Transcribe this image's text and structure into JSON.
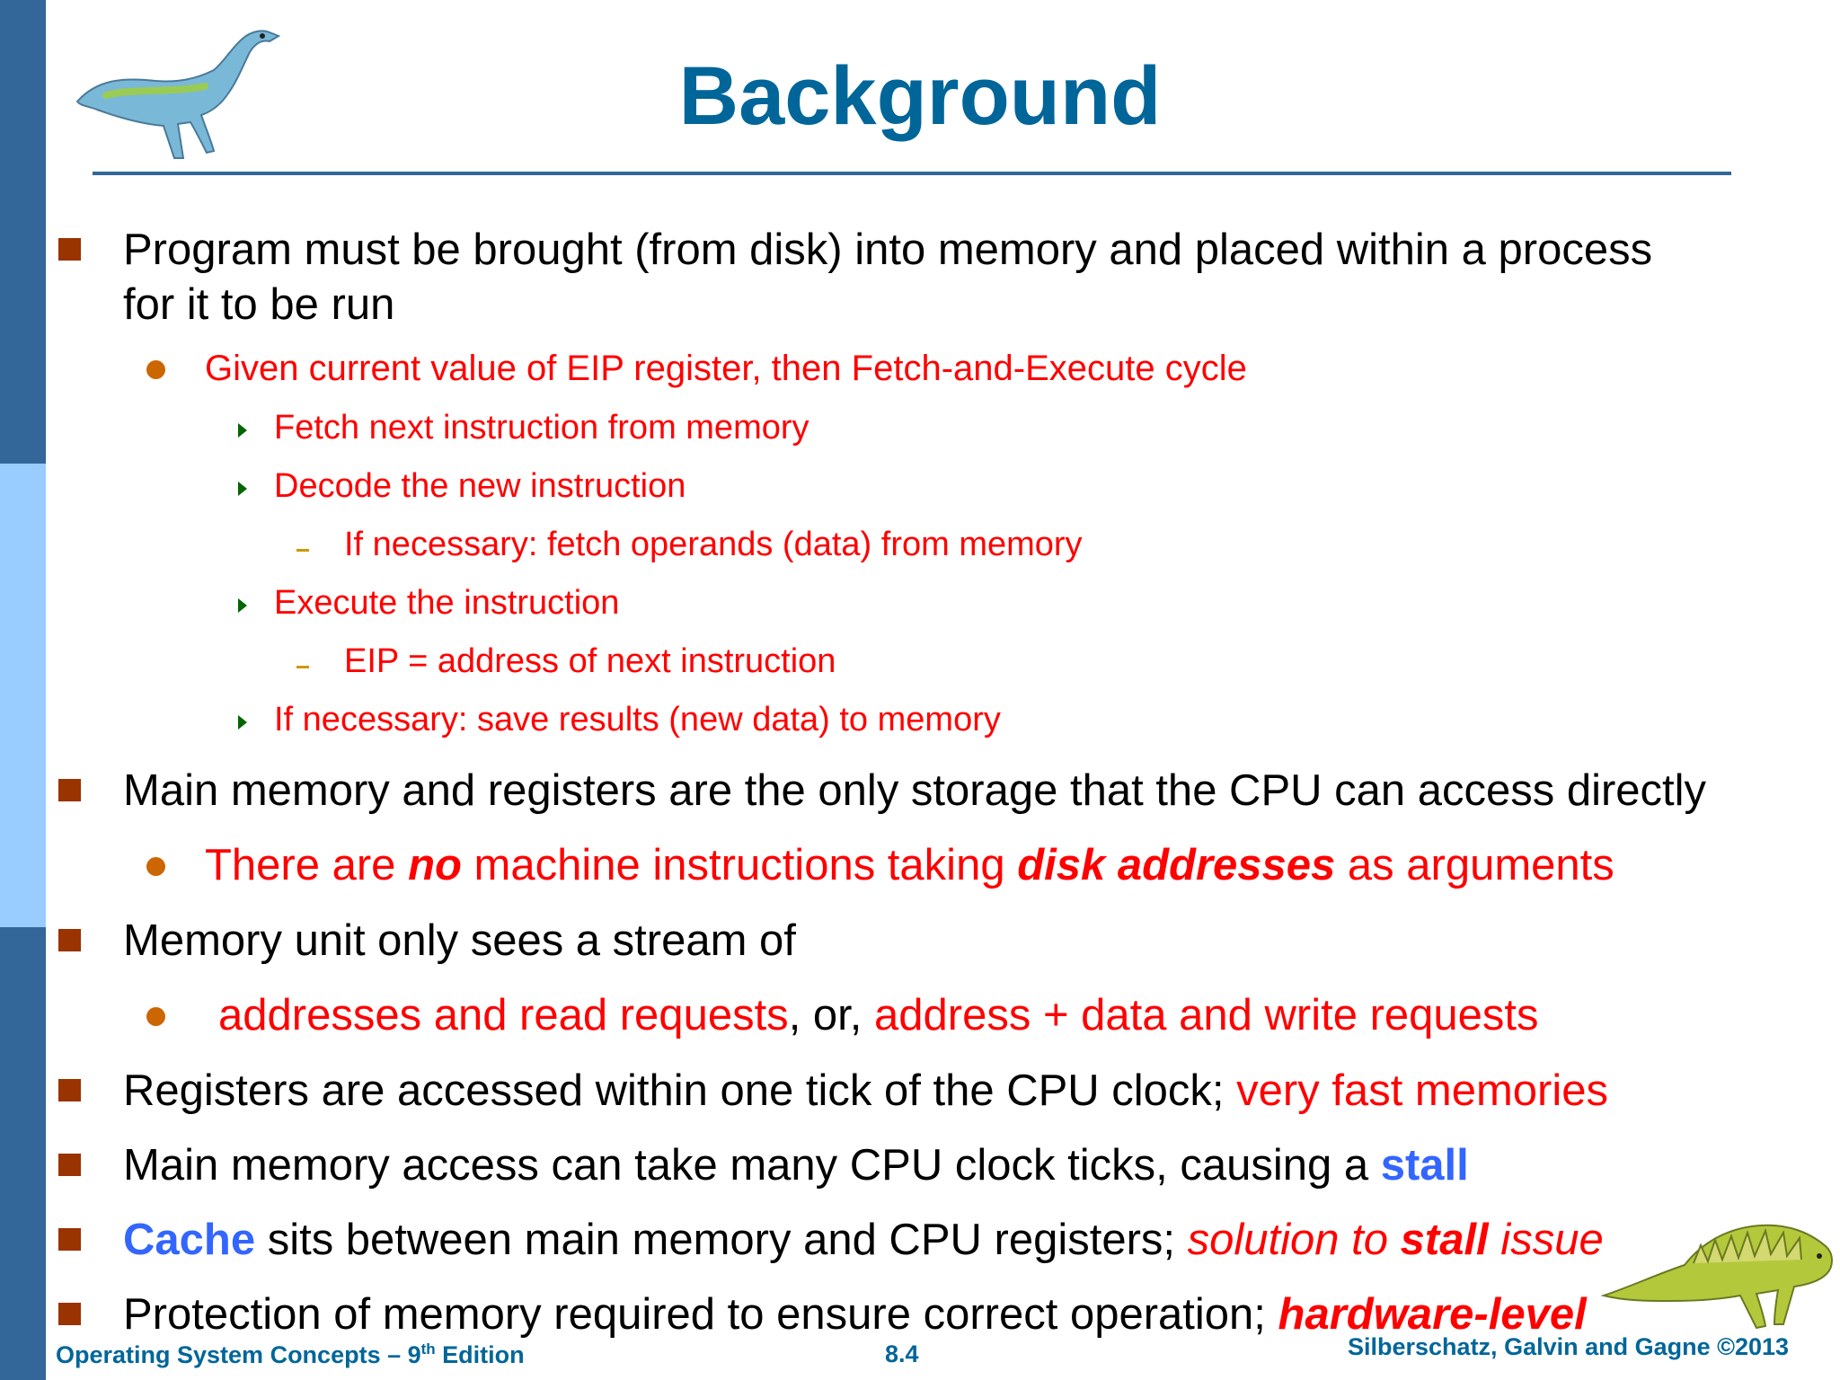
{
  "slide": {
    "title": "Background",
    "bullets": {
      "b1_line1": "Program must be brought (from disk)  into memory and placed within a process",
      "b1_line2": "for it to be run",
      "b1_s1": "Given current value of EIP register, then Fetch-and-Execute cycle",
      "b1_s1_a": "Fetch next instruction from memory",
      "b1_s1_b": "Decode the new instruction",
      "b1_s1_b_1": "If necessary: fetch operands (data) from memory",
      "b1_s1_c": "Execute the instruction",
      "b1_s1_c_1": "EIP = address of next instruction",
      "b1_s1_d": "If necessary: save results (new data) to memory",
      "b2": "Main memory and registers are the only storage that the CPU can access directly",
      "b2_s1": {
        "p1": "There are ",
        "p2": "no",
        "p3": " machine instructions taking ",
        "p4": "disk addresses",
        "p5": " as arguments"
      },
      "b3": "Memory unit only sees a stream of",
      "b3_s1": {
        "p1": "addresses and read requests",
        "p2": ", or,  ",
        "p3": "address + data and write requests"
      },
      "b4": {
        "p1": "Registers are accessed within one tick of the CPU clock; ",
        "p2": "very fast memories"
      },
      "b5": {
        "p1": "Main memory access can take many CPU clock ticks, causing a ",
        "p2": "stall"
      },
      "b6": {
        "p1": "Cache",
        "p2": " sits between main memory and CPU registers; ",
        "p3": "solution to ",
        "p4": "stall",
        "p5": " issue"
      },
      "b7": {
        "p1": "Protection of memory required to ensure correct operation; ",
        "p2": "hardware-level"
      }
    }
  },
  "footer": {
    "left_main": "Operating System Concepts – 9",
    "left_sup": "th",
    "left_end": " Edition",
    "center": "8.4",
    "right": "Silberschatz, Galvin and Gagne ©2013"
  },
  "colors": {
    "title": "#006699",
    "sidebar_dark": "#336699",
    "sidebar_light": "#99ccff",
    "emphasis_red": "#ff0000",
    "emphasis_blue": "#3366ff",
    "bullet_square": "#993300"
  }
}
